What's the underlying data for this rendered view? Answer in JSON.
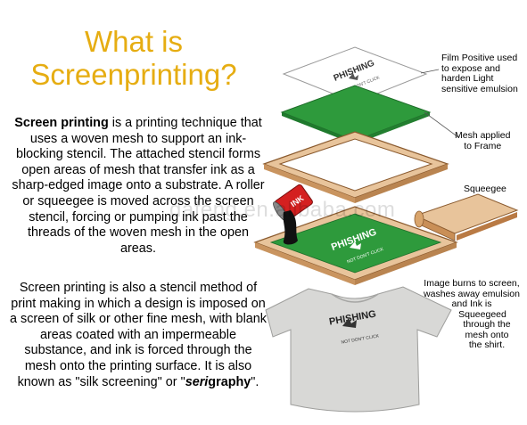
{
  "title_line1": "What is",
  "title_line2": "Screenprinting?",
  "paragraph1": {
    "bold": "Screen printing",
    "rest": " is a printing technique that uses a woven mesh to support an ink-blocking stencil. The attached stencil forms open areas of mesh that transfer ink as a sharp-edged image onto a substrate. A roller or squeegee is moved across the screen stencil, forcing or pumping ink past the threads of the woven mesh in the open areas."
  },
  "paragraph2": {
    "before": "Screen printing is also a stencil method of print making in which a design is imposed on a screen of silk or other fine mesh, with blank areas coated with an impermeable substance, and ink is forced through the mesh onto the printing surface. It is also known as \"silk screening\" or \"",
    "bold_italic": "seri",
    "bold": "graphy",
    "after": "\"."
  },
  "labels": {
    "film": [
      "Film Positive used",
      "to expose and",
      "harden Light",
      "sensitive emulsion"
    ],
    "mesh": [
      "Mesh applied",
      "to Frame"
    ],
    "squeegee": [
      "Squeegee"
    ],
    "burn": [
      "Image burns to screen,",
      "washes away emulsion",
      "and Ink is",
      "Squeegeed",
      "through the",
      "mesh onto",
      "the shirt."
    ]
  },
  "artwork": {
    "phishing_word": "PHISHING",
    "click_text": "NOT DON'T CLICK",
    "ink_can_label": "INK"
  },
  "watermark": "dafeng.en.alibaba.com",
  "colors": {
    "title": "#e6ad12",
    "mesh_green": "#2e9a3c",
    "frame_wood": "#e8c49b",
    "frame_edge": "#8a5a2e",
    "ink": "#111111",
    "shirt": "#d8d8d6"
  }
}
